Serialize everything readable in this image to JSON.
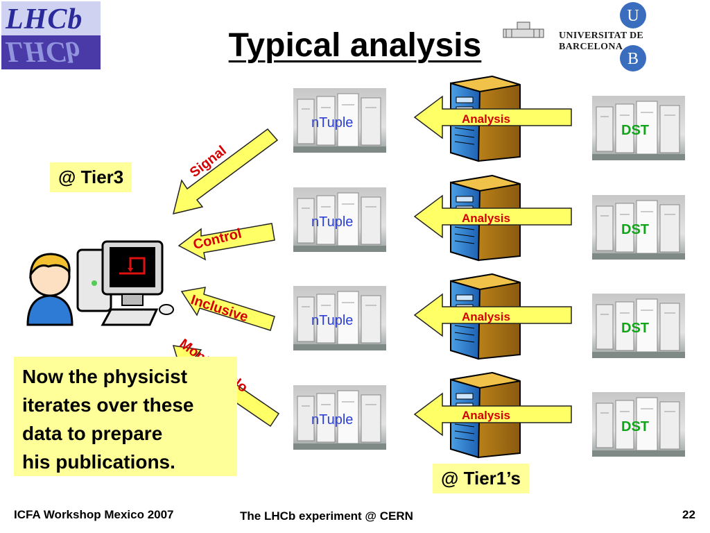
{
  "header": {
    "title": "Typical analysis",
    "lhcb_logo": "LHCb",
    "university": "UNIVERSITAT DE BARCELONA",
    "ub_letter_top": "U",
    "ub_letter_bottom": "B"
  },
  "tiers": {
    "tier3": "@ Tier3",
    "tier1": "@ Tier1’s"
  },
  "rows": [
    {
      "ntuple": "nTuple",
      "analysis": "Analysis",
      "dst": "DST"
    },
    {
      "ntuple": "nTuple",
      "analysis": "Analysis",
      "dst": "DST"
    },
    {
      "ntuple": "nTuple",
      "analysis": "Analysis",
      "dst": "DST"
    },
    {
      "ntuple": "nTuple",
      "analysis": "Analysis",
      "dst": "DST"
    }
  ],
  "streams": [
    "Signal",
    "Control",
    "Inclusive",
    "Monte Carlo"
  ],
  "note": [
    "Now the physicist",
    "iterates over these",
    "data to prepare",
    "his publications."
  ],
  "footer": {
    "left": "ICFA Workshop Mexico 2007",
    "center": "The LHCb experiment @ CERN",
    "page": "22"
  },
  "colors": {
    "note_bg": "#ffff99",
    "arrow_fill": "#ffff66",
    "ntuple_text": "#2b3fd6",
    "dst_text": "#12a31a",
    "analysis_text": "#d40000",
    "stream_text": "#d40000"
  },
  "icons": [
    "lhcb-logo",
    "university-barcelona-logo",
    "server-tower-icon",
    "computer-cluster-icon",
    "physicist-avatar-icon",
    "desktop-computer-icon"
  ]
}
